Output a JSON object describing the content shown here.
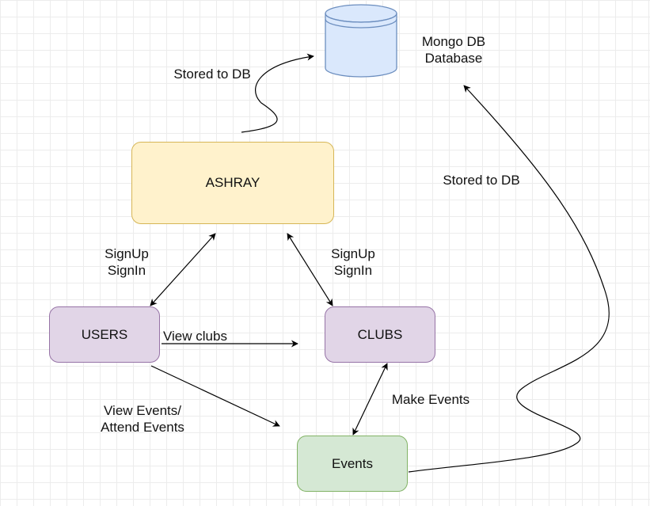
{
  "nodes": {
    "ashray": {
      "label": "ASHRAY",
      "fill": "#fff2cc",
      "stroke": "#d6b656"
    },
    "users": {
      "label": "USERS",
      "fill": "#e1d5e7",
      "stroke": "#9673a6"
    },
    "clubs": {
      "label": "CLUBS",
      "fill": "#e1d5e7",
      "stroke": "#9673a6"
    },
    "events": {
      "label": "Events",
      "fill": "#d5e8d4",
      "stroke": "#82b366"
    },
    "database": {
      "label": "Mongo DB\nDatabase",
      "fill": "#dae8fc",
      "stroke": "#6c8ebf",
      "icon": "cylinder-database-icon"
    }
  },
  "edges": {
    "ashray_to_db": {
      "label": "Stored to DB",
      "direction": "ashray-to-database"
    },
    "events_to_db": {
      "label": "Stored to DB",
      "direction": "events-to-database"
    },
    "users_ashray": {
      "label": "SignUp\nSignIn",
      "direction": "bidirectional"
    },
    "clubs_ashray": {
      "label": "SignUp\nSignIn",
      "direction": "bidirectional"
    },
    "users_to_clubs": {
      "label": "View clubs",
      "direction": "users-to-clubs"
    },
    "users_to_events": {
      "label": "View Events/\nAttend Events",
      "direction": "users-to-events"
    },
    "clubs_events": {
      "label": "Make Events",
      "direction": "bidirectional"
    }
  },
  "colors": {
    "line": "#000000",
    "grid": "#ececec"
  }
}
